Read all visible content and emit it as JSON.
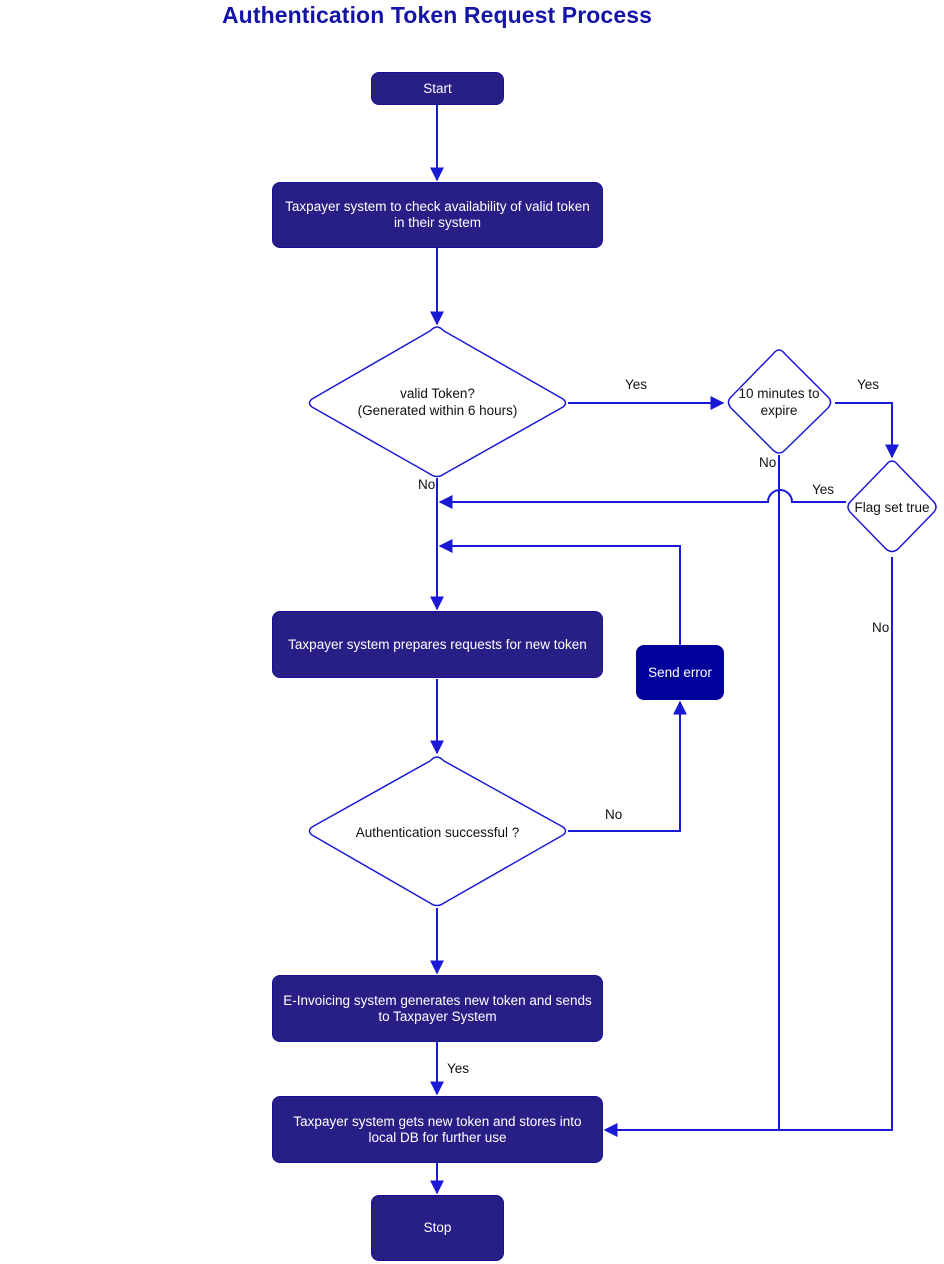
{
  "title": "Authentication Token Request Process",
  "nodes": {
    "start": "Start",
    "check_token": "Taxpayer system to check availability of valid token in their system",
    "valid_token_line1": "valid Token?",
    "valid_token_line2": "(Generated within 6 hours)",
    "expire_line1": "10 minutes to",
    "expire_line2": "expire",
    "flag": "Flag set true",
    "prepare_request": "Taxpayer system prepares requests for new token",
    "send_error": "Send error",
    "auth_success": "Authentication successful ?",
    "generate_token": "E-Invoicing system generates new token and sends to Taxpayer System",
    "store_token": "Taxpayer system gets new token and stores into local DB for further use",
    "stop": "Stop"
  },
  "labels": {
    "valid_yes": "Yes",
    "valid_no": "No",
    "expire_yes": "Yes",
    "expire_no": "No",
    "flag_yes": "Yes",
    "flag_no": "No",
    "auth_no": "No",
    "generate_yes": "Yes"
  },
  "colors": {
    "box_fill": "#271f86",
    "error_fill": "#00009a",
    "line": "#1a1ad6",
    "title": "#1414a8"
  }
}
